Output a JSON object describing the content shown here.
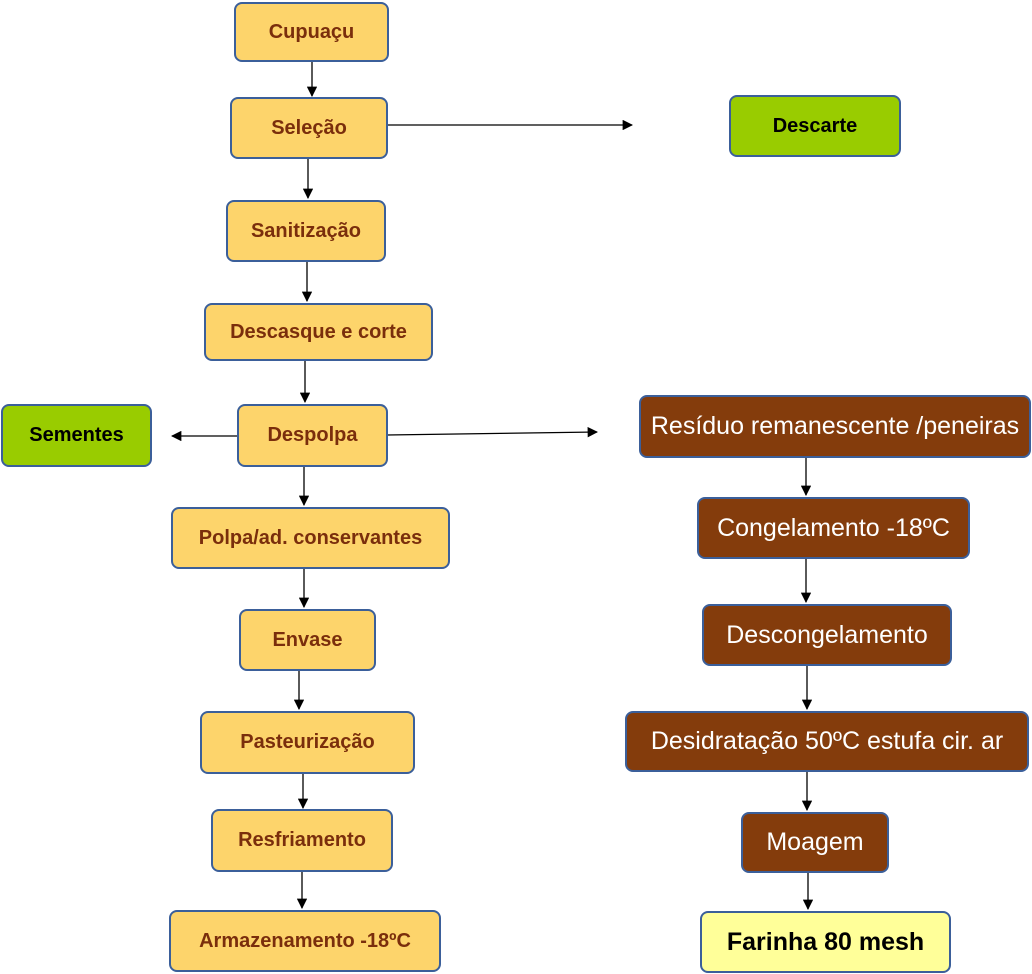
{
  "diagram": {
    "type": "process-flowchart",
    "colors": {
      "main_process_fill": "#fdd46b",
      "main_process_text": "#7a2e0c",
      "byproduct_fill": "#99cc00",
      "residue_process_fill": "#843c0c",
      "final_product_fill": "#ffff99",
      "border": "#3b5f9a",
      "arrow": "#000000"
    },
    "nodes": {
      "cupuacu": "Cupuaçu",
      "selecao": "Seleção",
      "sanitizacao": "Sanitização",
      "descasque": "Descasque e corte",
      "despolpa": "Despolpa",
      "polpa": "Polpa/ad. conservantes",
      "envase": "Envase",
      "pasteurizacao": "Pasteurização",
      "resfriamento": "Resfriamento",
      "armazenamento": "Armazenamento -18ºC",
      "descarte": "Descarte",
      "sementes": "Sementes",
      "residuo": "Resíduo remanescente /peneiras",
      "congelamento": "Congelamento -18ºC",
      "descongelamento": "Descongelamento",
      "desidratacao": "Desidratação 50ºC estufa cir. ar",
      "moagem": "Moagem",
      "farinha": "Farinha 80 mesh"
    },
    "edges": [
      [
        "cupuacu",
        "selecao"
      ],
      [
        "selecao",
        "sanitizacao"
      ],
      [
        "selecao",
        "descarte"
      ],
      [
        "sanitizacao",
        "descasque"
      ],
      [
        "descasque",
        "despolpa"
      ],
      [
        "despolpa",
        "sementes"
      ],
      [
        "despolpa",
        "residuo"
      ],
      [
        "despolpa",
        "polpa"
      ],
      [
        "polpa",
        "envase"
      ],
      [
        "envase",
        "pasteurizacao"
      ],
      [
        "pasteurizacao",
        "resfriamento"
      ],
      [
        "resfriamento",
        "armazenamento"
      ],
      [
        "residuo",
        "congelamento"
      ],
      [
        "congelamento",
        "descongelamento"
      ],
      [
        "descongelamento",
        "desidratacao"
      ],
      [
        "desidratacao",
        "moagem"
      ],
      [
        "moagem",
        "farinha"
      ]
    ]
  }
}
